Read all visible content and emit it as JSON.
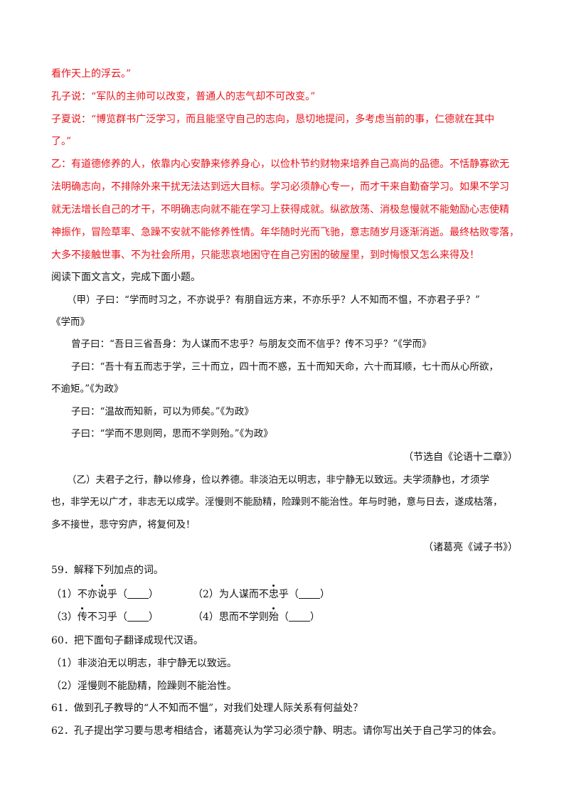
{
  "red_section": {
    "line1": "看作天上的浮云。”",
    "line2": "孔子说：“军队的主帅可以改变，普通人的志气却不可改变。”",
    "line3": "子夏说：“博览群书广泛学习，而且能坚守自己的志向，恳切地提问，多考虑当前的事，仁德就在其中",
    "line4": "了。”",
    "line5": "乙：有道德修养的人，依靠内心安静来修养身心，以俭朴节约财物来培养自己高尚的品德。不恬静寡欲无",
    "line6": "法明确志向，不排除外来干扰无法达到远大目标。学习必须静心专一，而才干来自勤奋学习。如果不学习",
    "line7": "就无法增长自己的才干，不明确志向就不能在学习上获得成就。纵欲放荡、消极怠慢就不能勉励心志使精",
    "line8": "神振作，冒险草率、急躁不安就不能修养性情。年华随时光而飞驰，意志随岁月逐渐消逝。最终枯败零落，",
    "line9": "大多不接触世事、不为社会所用，只能悲哀地困守在自己穷困的破屋里，到时悔恨又怎么来得及！"
  },
  "instruction": "阅读下面文言文，完成下面小题。",
  "passage_a": {
    "p1_line1": "（甲）子曰：“学而时习之，不亦说乎？有朋自远方来，不亦乐乎？人不知而不愠，不亦君子乎？”",
    "p1_line2": "《学而》",
    "p2": "曾子曰：“吾日三省吾身：为人谋而不忠乎？与朋友交而不信乎？传不习乎？”《学而》",
    "p3_line1": "子曰：“吾十有五而志于学，三十而立，四十而不惑，五十而知天命，六十而耳顺，七十而从心所欲，",
    "p3_line2": "不逾矩。”《为政》",
    "p4": "子曰：“温故而知新，可以为师矣。”《为政》",
    "p5": "子曰：“学而不思则罔，思而不学则殆。”《为政》",
    "source": "（节选自《论语十二章》）"
  },
  "passage_b": {
    "line1": "（乙）夫君子之行，静以修身，俭以养德。非淡泊无以明志，非宁静无以致远。夫学须静也，才须学",
    "line2": "也，非学无以广才，非志无以成学。淫慢则不能励精，险躁则不能治性。年与时驰，意与日去，遂成枯落，",
    "line3": "多不接世，悲守穷庐，将复何及！",
    "source": "（诸葛亮《诫子书》）"
  },
  "q59": {
    "title": "59．解释下列加点的词。",
    "i1_pre": "（1）不亦",
    "i1_dot": "说",
    "i1_post": "乎（",
    "i2_pre": "（2）为人谋而不",
    "i2_dot": "忠",
    "i2_post": "乎（",
    "i3_pre": "（3）",
    "i3_dot": "传",
    "i3_post": "不习乎（",
    "i4_pre": "（4）思而不学则",
    "i4_dot": "殆",
    "i4_post": "（",
    "close": "）"
  },
  "q60": {
    "title": "60．把下面句子翻译成现代汉语。",
    "s1": "（1）非淡泊无以明志，非宁静无以致远。",
    "s2": "（2）淫慢则不能励精，险躁则不能治性。"
  },
  "q61": "61．做到孔子教导的“人不知而不愠”，对我们处理人际关系有何益处？",
  "q62": "62．孔子提出学习要与思考相结合，诸葛亮认为学习必须宁静、明志。请你写出关于自己学习的体会。"
}
